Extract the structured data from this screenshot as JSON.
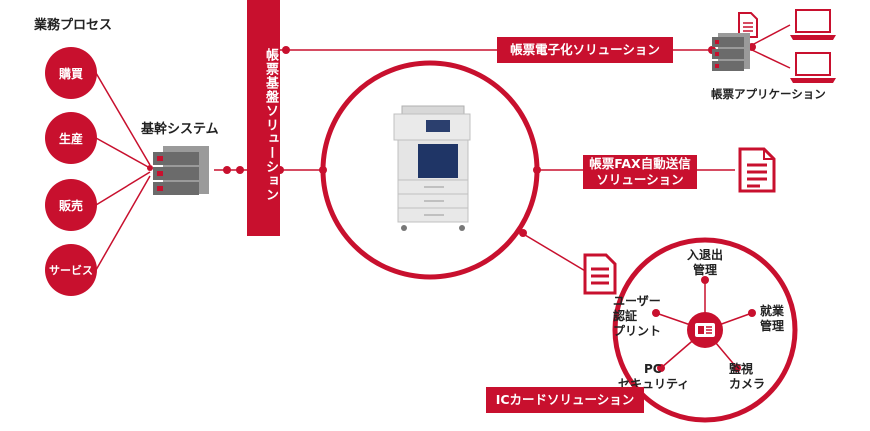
{
  "colors": {
    "accent": "#c8102e",
    "server_gray": "#6b6b6b",
    "text": "#222222"
  },
  "business_process": {
    "title": "業務プロセス",
    "items": [
      "購買",
      "生産",
      "販売",
      "サービス"
    ]
  },
  "core_system": {
    "label": "基幹システム",
    "icon": "server-rack-icon"
  },
  "forms_platform": {
    "label": "帳票基盤ソリューション"
  },
  "forms_digitization": {
    "label": "帳票電子化ソリューション"
  },
  "forms_app": {
    "label": "帳票アプリケーション",
    "icons": [
      "document-icon",
      "server-rack-icon",
      "laptop-icon"
    ]
  },
  "forms_fax": {
    "line1": "帳票FAX自動送信",
    "line2": "ソリューション",
    "icon": "document-icon"
  },
  "ic_card": {
    "label": "ICカードソリューション",
    "center_icon": "id-card-icon",
    "items": {
      "attendance": [
        "入退出",
        "管理"
      ],
      "work": [
        "就業",
        "管理"
      ],
      "camera": [
        "監視",
        "カメラ"
      ],
      "security": [
        "PC",
        "セキュリティ"
      ],
      "print": [
        "ユーザー",
        "認証",
        "プリント"
      ]
    }
  },
  "device": {
    "icon": "multifunction-printer-icon"
  }
}
